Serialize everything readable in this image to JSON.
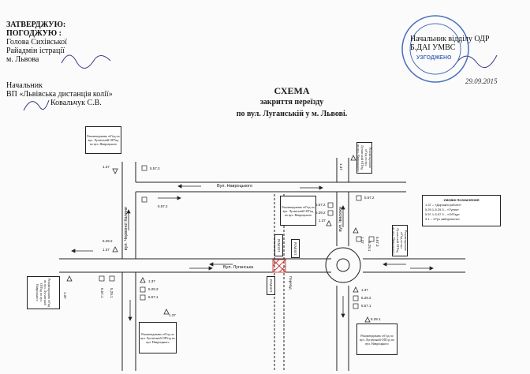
{
  "header_left": {
    "line1": "ЗАТВЕРДЖУЮ:",
    "line2": "ПОГОДЖУЮ :",
    "line3": "Голова Сихівської",
    "line4": "Райадмін істрації",
    "line5": "м. Львова",
    "line6": "Начальник",
    "line7": "ВП «Львівська дистанція колії»",
    "line8": "Ковальчук С.В."
  },
  "header_right": {
    "line1": "Начальник відділу ОДР",
    "line2": "Б.ДАІ УМВС",
    "sig_date": "29.09.2015"
  },
  "stamp": {
    "text": "УЗГОДЖЕНО"
  },
  "title": {
    "line1": "СХЕМА",
    "line2": "закриття переїзду",
    "line3": "по вул. Луганській у м. Львові."
  },
  "streets": {
    "navrotskoho": "Вул. Навроцького",
    "luhanska": "Вул. Луганська",
    "chervonoi_kalyny": "вул. Червоної Калини",
    "ivasiuka": "вул. Івасюка"
  },
  "reroute_boxes": {
    "b1": "Рекомендовано об'їзд по вул. Луганській ОП'їзд по вул. Навроцького",
    "b2": "Рекомендовано об'їзд по вул. Луганській ОП'їзд по вул. Навроцького",
    "b3": "Рекомендовано об'їзд по вул. Луганській ОП'їзд по вул. Навроцького",
    "b4": "Рекомендовано об'їзд по вул. Луганській ОП'їзд по вул. Навроцького",
    "b5": "Рекомендовано об'їзд по вул. Луганській ОП'їзд по вул. Навроцького",
    "b6": "Рекомендовано об'їзд по вул. Луганській ОП'їзд по вул. Навроцького",
    "b7": "Рекомендовано об'їзд по вул. Луганській ОП'їзд по вул. Навроцького"
  },
  "closure_signs": {
    "s1": "РЕМОНТ",
    "s2": "РЕМОНТ",
    "s3": "РЕМОНТ"
  },
  "pereizd_label": "Переїзд",
  "sign_labels": {
    "a": "1.37",
    "b": "5.57.3",
    "c": "5.57.2",
    "d": "5.29.2",
    "e": "1.37",
    "f": "5.57.1",
    "g": "5.29.2",
    "h": "1.37",
    "i": "5.29.3",
    "j": "5.57.1",
    "k": "1.37",
    "l": "5.29.1",
    "m": "5.57.2",
    "n": "1.37",
    "o": "5.57.2",
    "p": "1.37",
    "q": "5.29.1",
    "r": "5.57.1",
    "s": "1.37",
    "t": "5.29.2",
    "u": "5.57.1",
    "v": "1.37",
    "w": "5.57.3",
    "x": "5.29.1",
    "y": "1.37",
    "z": "5.57.3",
    "aa": "5.29.1"
  },
  "legend": {
    "title": "УМОВНІ ПОЗНАЧЕННЯ",
    "l1": "1.37 – «Дорожні роботи»",
    "l2": "5.29.1-5.29.3 – «Тупик»",
    "l3": "5.57.1-5.57.3 – «Об'їзд»",
    "l4": "3.1 – «Рух заборонено»"
  }
}
